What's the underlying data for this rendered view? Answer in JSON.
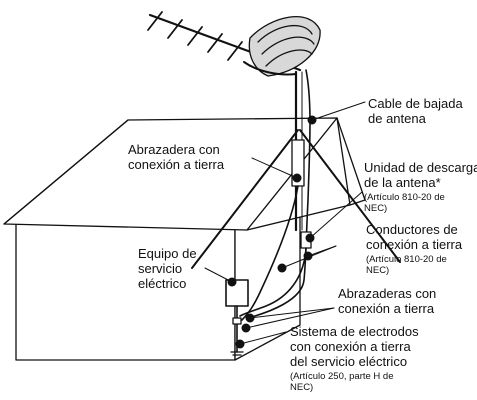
{
  "labels": {
    "cable_bajada": [
      "Cable de bajada",
      "de antena"
    ],
    "abrazadera": [
      "Abrazadera con",
      "conexión a tierra"
    ],
    "unidad_descarga": [
      "Unidad de descarga",
      "de la antena*"
    ],
    "unidad_descarga_ref": [
      "(Artículo 810-20 de",
      "NEC)"
    ],
    "conductores": [
      "Conductores de",
      "conexión a tierra"
    ],
    "conductores_ref": [
      "(Artículo 810-20 de",
      "NEC)"
    ],
    "equipo": [
      "Equipo de",
      "servicio",
      "eléctrico"
    ],
    "abrazaderas": [
      "Abrazaderas con",
      "conexión a tierra"
    ],
    "sistema": [
      "Sistema de electrodos",
      "con conexión a tierra",
      "del servicio eléctrico"
    ],
    "sistema_ref": [
      "(Artículo 250, parte H de",
      "NEC)"
    ]
  }
}
